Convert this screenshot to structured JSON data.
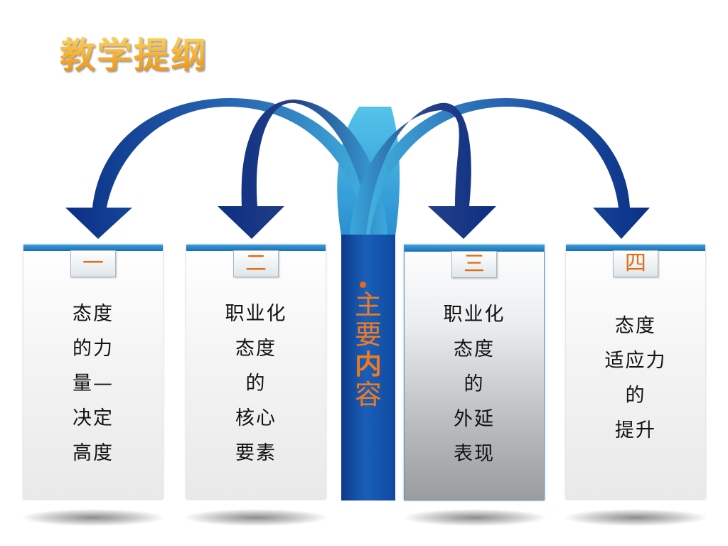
{
  "slide": {
    "title": "教学提纲",
    "center_label": {
      "chars": [
        "主",
        "要",
        "内",
        "容"
      ]
    },
    "cards": [
      {
        "badge": "一",
        "lines": [
          "态度",
          "的力",
          "量—",
          "决定",
          "高度"
        ]
      },
      {
        "badge": "二",
        "lines": [
          "职业化",
          "态度",
          "的",
          "核心",
          "要素"
        ]
      },
      {
        "badge": "三",
        "lines": [
          "职业化",
          "态度",
          "的",
          "外延",
          "表现"
        ]
      },
      {
        "badge": "四",
        "lines": [
          "态度",
          "适应力",
          "的",
          "提升"
        ]
      }
    ]
  },
  "colors": {
    "title_orange": "#f0a020",
    "badge_text": "#e46b14",
    "arrow_dark": "#0a2f86",
    "arrow_light": "#3eb3e0",
    "card_top_bar": "#1b6fb5"
  }
}
